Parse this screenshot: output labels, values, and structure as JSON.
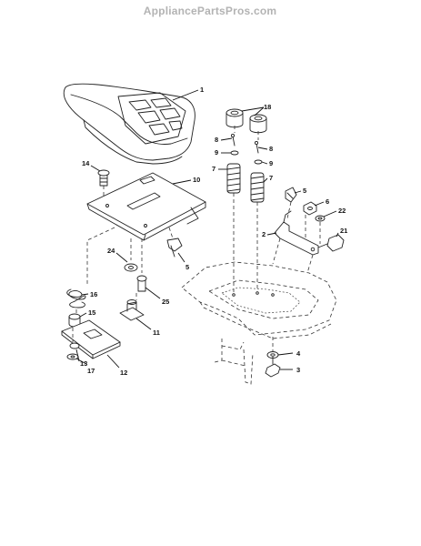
{
  "watermark": "AppliancePartsPros.com",
  "callouts": [
    "1",
    "18",
    "8",
    "9",
    "7",
    "8",
    "9",
    "7",
    "14",
    "10",
    "5",
    "6",
    "22",
    "2",
    "21",
    "24",
    "5",
    "16",
    "25",
    "15",
    "11",
    "13",
    "17",
    "12",
    "4",
    "3"
  ]
}
